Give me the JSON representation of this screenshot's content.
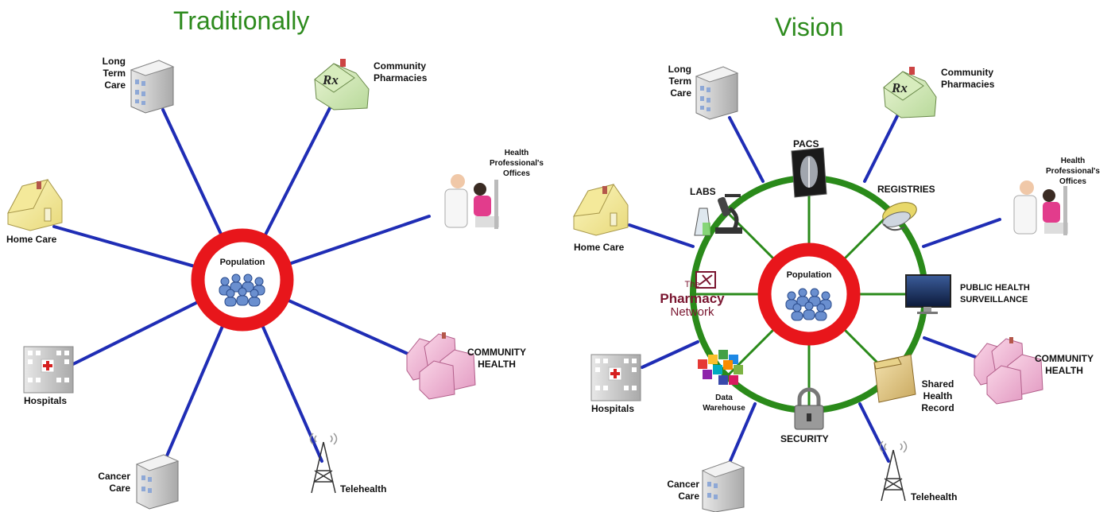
{
  "left": {
    "title": "Traditionally",
    "center": "Population",
    "nodes": {
      "long_term_care": "Long\nTerm\nCare",
      "community_pharmacies": "Community\nPharmacies",
      "health_professionals": "Health\nProfessional's\nOffices",
      "home_care": "Home Care",
      "community_health": "COMMUNITY\nHEALTH",
      "hospitals": "Hospitals",
      "cancer_care": "Cancer\nCare",
      "telehealth": "Telehealth"
    }
  },
  "right": {
    "title": "Vision",
    "center": "Population",
    "nodes": {
      "long_term_care": "Long\nTerm\nCare",
      "community_pharmacies": "Community\nPharmacies",
      "health_professionals": "Health\nProfessional's\nOffices",
      "home_care": "Home Care",
      "community_health": "COMMUNITY\nHEALTH",
      "hospitals": "Hospitals",
      "cancer_care": "Cancer\nCare",
      "telehealth": "Telehealth"
    },
    "ring_nodes": {
      "pacs": "PACS",
      "labs": "LABS",
      "registries": "REGISTRIES",
      "public_health": "PUBLIC HEALTH\nSURVEILLANCE",
      "shared_health_record": "Shared\nHealth\nRecord",
      "security": "SECURITY",
      "data_warehouse": "Data\nWarehouse",
      "pharmacy_network": {
        "the": "The",
        "pharmacy": "Pharmacy",
        "network": "Network"
      }
    }
  },
  "colors": {
    "title": "#2e8b1e",
    "spoke": "#1f2db5",
    "ring_red": "#e8161b",
    "ring_green": "#2a8a1a",
    "people": "#6a8fcf",
    "pharmacy_brand": "#7a1630"
  }
}
